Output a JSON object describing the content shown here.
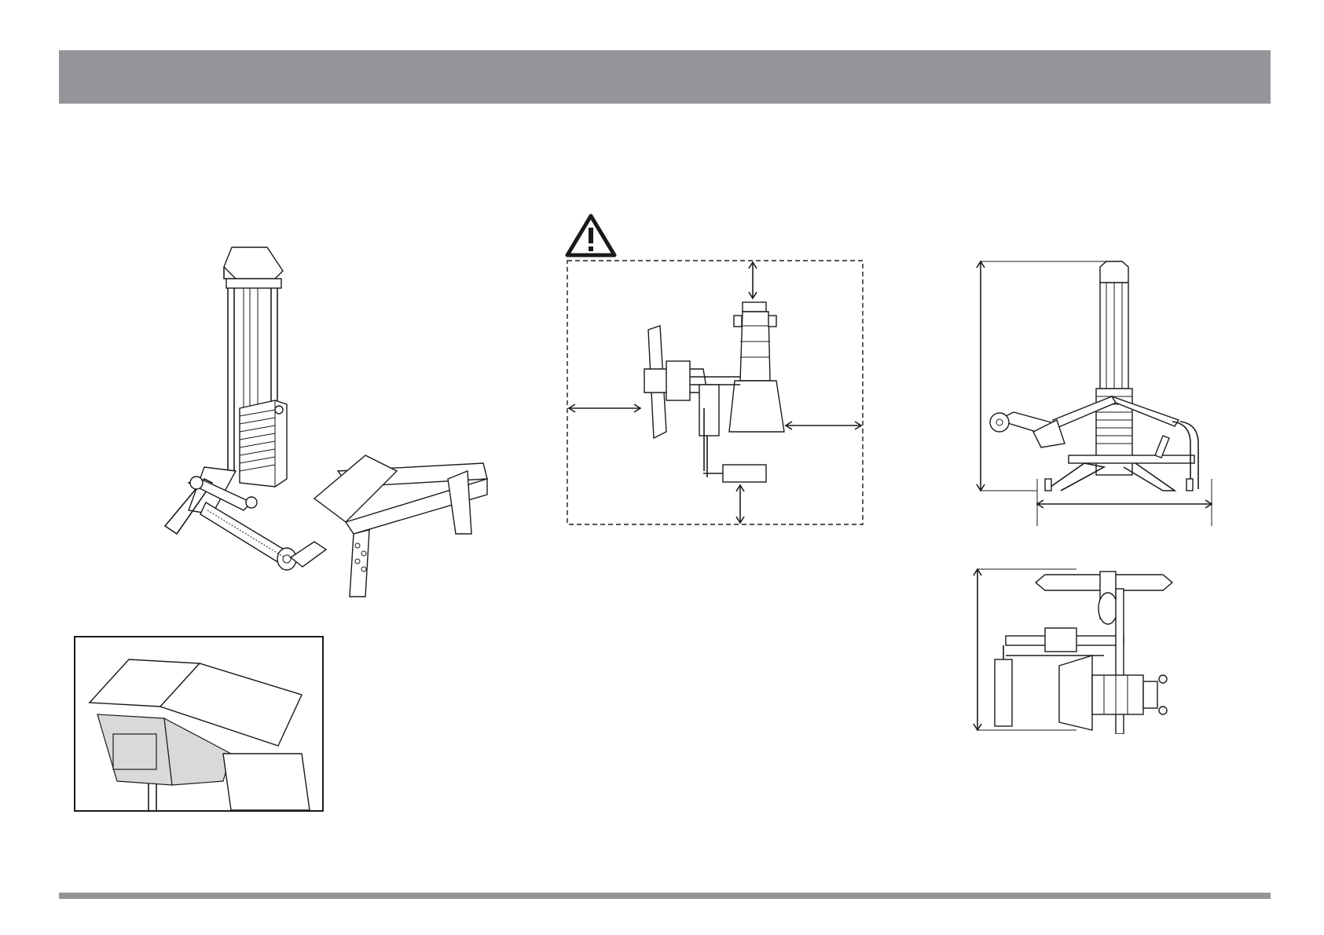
{
  "page": {
    "header_bar_color": "#939598",
    "footer_bar_color": "#939598"
  },
  "icons": {
    "warning": "warning-triangle-icon"
  },
  "illustrations": [
    "machine-isometric-view",
    "seat-detail-inset",
    "clearance-top-view",
    "machine-side-elevation",
    "machine-top-plan"
  ]
}
